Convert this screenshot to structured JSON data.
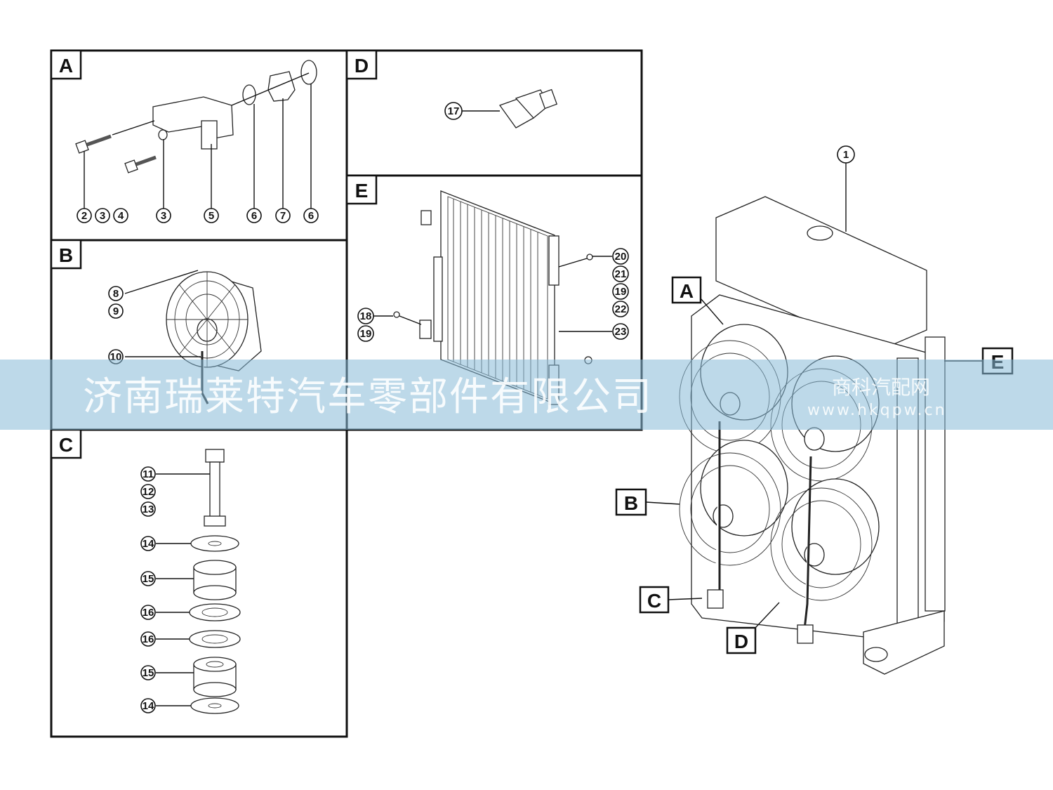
{
  "panels": {
    "a": {
      "label": "A",
      "callouts": [
        "2",
        "3",
        "4",
        "3",
        "5",
        "6",
        "7",
        "6"
      ]
    },
    "b": {
      "label": "B",
      "callouts": [
        "8",
        "9",
        "10"
      ]
    },
    "c": {
      "label": "C",
      "callouts": [
        "11",
        "12",
        "13",
        "14",
        "15",
        "16",
        "16",
        "15",
        "14"
      ]
    },
    "d": {
      "label": "D",
      "callouts": [
        "17"
      ]
    },
    "e": {
      "label": "E",
      "callouts": [
        "20",
        "21",
        "19",
        "22",
        "23",
        "18",
        "19"
      ]
    }
  },
  "assembly": {
    "main_callout": "1",
    "view_tags": [
      "A",
      "B",
      "C",
      "D",
      "E"
    ]
  },
  "watermark": {
    "company": "济南瑞莱特汽车零部件有限公司",
    "site_name": "商科汽配网",
    "site_url": "www.hkqpw.cn",
    "band_color": "#87b9d7"
  }
}
